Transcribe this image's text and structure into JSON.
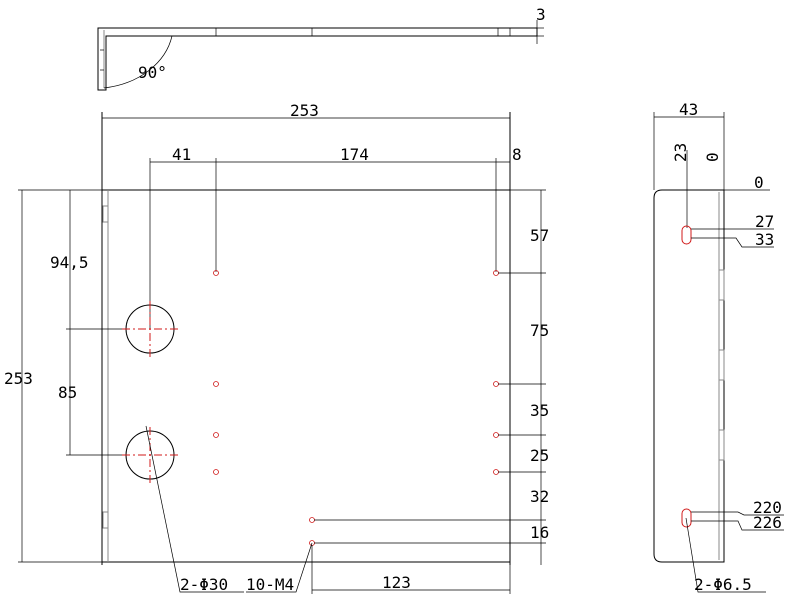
{
  "top_view": {
    "angle_label": "90°",
    "thickness_label": "3"
  },
  "front_view": {
    "overall_width": "253",
    "overall_height": "253",
    "hole_offset_x": "41",
    "hole_span_x": "174",
    "right_margin": "8",
    "big_hole_top": "94,5",
    "big_hole_spacing": "85",
    "right_spacing_1": "57",
    "right_spacing_2": "75",
    "right_spacing_3": "35",
    "right_spacing_4": "25",
    "right_spacing_5": "32",
    "right_spacing_6": "16",
    "bottom_offset": "123",
    "big_hole_callout": "2-Φ30",
    "thread_callout": "10-M4"
  },
  "side_view": {
    "depth": "43",
    "ref_23": "23",
    "ref_0_vertical": "0",
    "ref_0_horizontal": "0",
    "slot_top_1": "27",
    "slot_top_2": "33",
    "slot_bottom_1": "220",
    "slot_bottom_2": "226",
    "slot_callout": "2-Φ6.5"
  }
}
